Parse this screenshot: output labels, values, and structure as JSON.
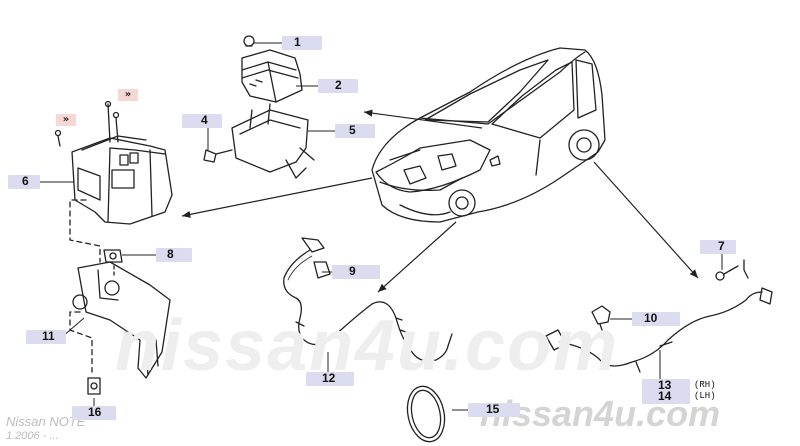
{
  "watermark": {
    "main": "nissan4u.com",
    "corner": "nissan4u.com",
    "model": "Nissan NOTE",
    "date": "1.2006 - ..."
  },
  "callouts": {
    "c1": "1",
    "c2": "2",
    "c4": "4",
    "c5": "5",
    "c6": "6",
    "c7": "7",
    "c8": "8",
    "c9": "9",
    "c10": "10",
    "c11": "11",
    "c12": "12",
    "c13": "13",
    "c14": "14",
    "c15": "15",
    "c16": "16"
  },
  "sides": {
    "rh": "(RH)",
    "lh": "(LH)"
  },
  "markers": {
    "chev1": "»",
    "chev2": "»"
  }
}
